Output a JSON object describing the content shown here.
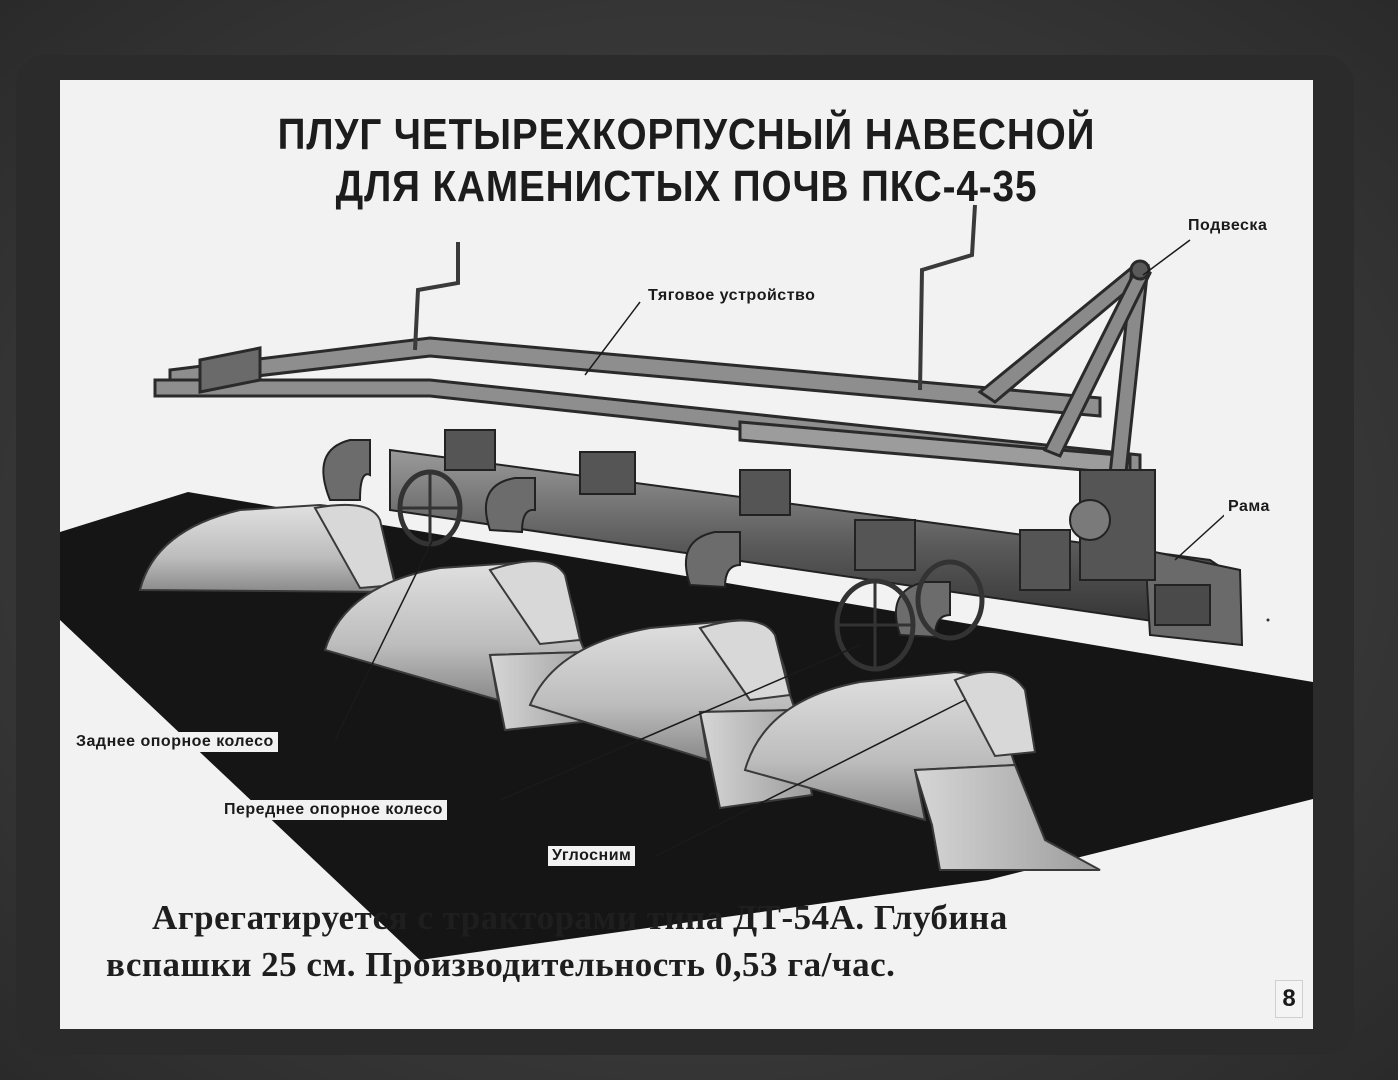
{
  "title": {
    "line1": "ПЛУГ ЧЕТЫРЕХКОРПУСНЫЙ НАВЕСНОЙ",
    "line2": "ДЛЯ КАМЕНИСТЫХ ПОЧВ ПКС-4-35"
  },
  "labels": {
    "suspension": "Подвеска",
    "hitch": "Тяговое устройство",
    "frame": "Рама",
    "rear_wheel": "Заднее опорное колесо",
    "front_wheel": "Переднее опорное колесо",
    "skimmer": "Углосним"
  },
  "caption": {
    "line1": "Агрегатируется с тракторами типа ДТ-54А. Глубина",
    "line2": "вспашки 25 см. Производительность 0,53 га/час."
  },
  "page_number": "8",
  "colors": {
    "slide_background": "#f2f2f2",
    "field": "#151515",
    "metal_dark": "#3a3a3a",
    "metal_mid": "#6e6e6e",
    "metal_light": "#b8b8b8",
    "moldboard": "#c8c8c8"
  }
}
